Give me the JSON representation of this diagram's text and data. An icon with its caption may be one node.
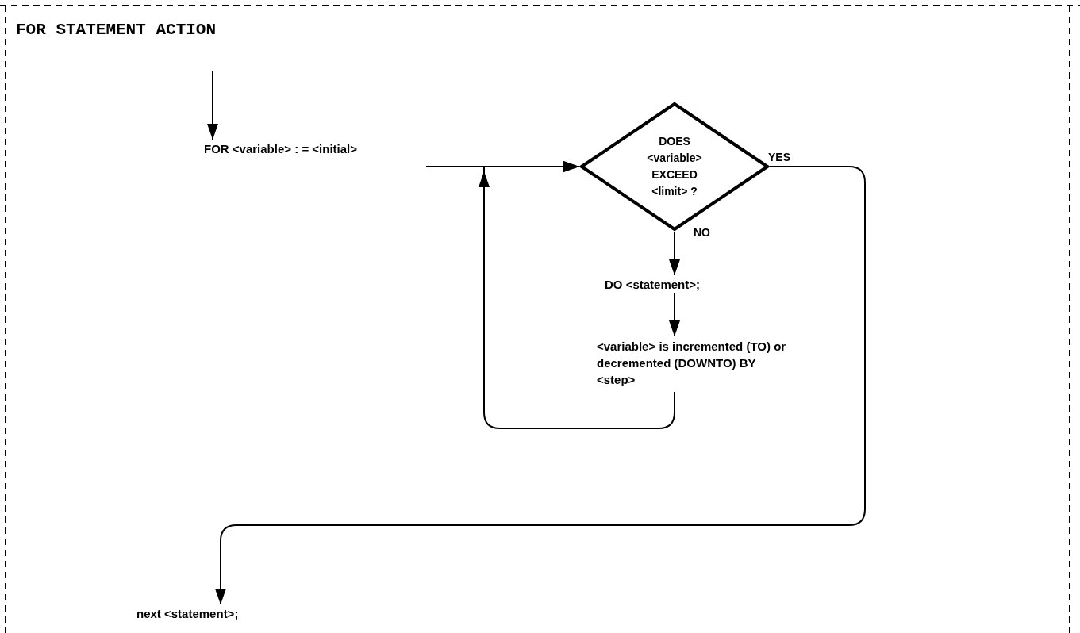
{
  "diagram": {
    "title": "FOR STATEMENT ACTION",
    "nodes": [
      {
        "text": [
          "FOR <variable> : = <initial>"
        ]
      },
      {
        "text": [
          "DOES <variable> EXCEED <limit> ?"
        ]
      },
      {
        "text": [
          "DO <statement>;"
        ]
      },
      {
        "text": [
          "<variable> is incremented (TO) or decremented (DOWNTO) BY <step>"
        ]
      },
      {
        "text": [
          "next <statement>;"
        ]
      }
    ],
    "edges": [
      {
        "from": null,
        "to": 0,
        "arrow": "to"
      },
      {
        "from": 0,
        "to": 1,
        "arrow": "to"
      },
      {
        "from": 1,
        "to": 2,
        "arrow": "to",
        "label": "NO"
      },
      {
        "from": 2,
        "to": 3,
        "arrow": "to"
      },
      {
        "from": 3,
        "to": 1,
        "arrow": "to"
      },
      {
        "from": 1,
        "to": 4,
        "arrow": "to",
        "label": "YES"
      }
    ]
  }
}
